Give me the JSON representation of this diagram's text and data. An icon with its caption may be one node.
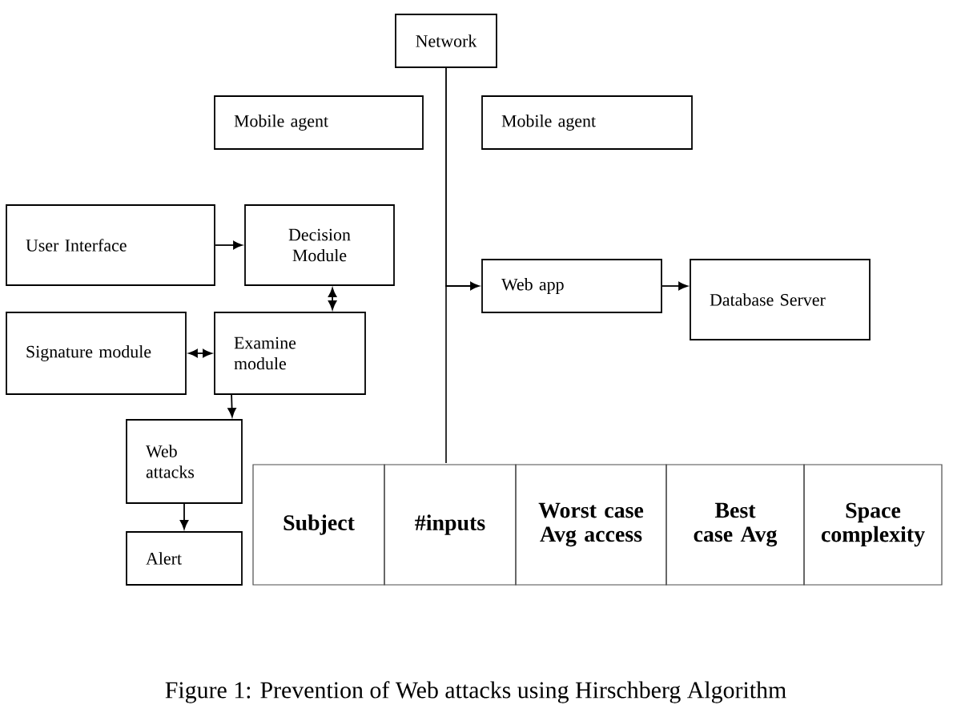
{
  "diagram": {
    "caption": "Figure 1: Prevention of Web attacks using Hirschberg Algorithm",
    "nodes": [
      {
        "text": [
          "Network"
        ]
      },
      {
        "text": [
          "Mobile agent"
        ]
      },
      {
        "text": [
          "Mobile agent"
        ]
      },
      {
        "text": [
          "User Interface"
        ]
      },
      {
        "text": [
          "Decision Module"
        ]
      },
      {
        "text": [
          "Signature module"
        ]
      },
      {
        "text": [
          "Examine module"
        ]
      },
      {
        "text": [
          "Web app"
        ]
      },
      {
        "text": [
          "Database Server"
        ]
      },
      {
        "text": [
          "Web attacks"
        ]
      },
      {
        "text": [
          "Alert"
        ]
      }
    ],
    "edges": [
      {
        "from": 3,
        "to": 4,
        "arrow": "to"
      },
      {
        "from": 4,
        "to": 6,
        "arrow": "both"
      },
      {
        "from": 6,
        "to": 5,
        "arrow": "both"
      },
      {
        "from": 6,
        "to": 9,
        "arrow": "to"
      },
      {
        "from": 9,
        "to": 10,
        "arrow": "to"
      },
      {
        "from": 0,
        "to": 7,
        "arrow": "to"
      },
      {
        "from": 7,
        "to": 8,
        "arrow": "to"
      }
    ],
    "labels": [
      "Subject",
      "#inputs",
      "Worst case Avg access",
      "Best case Avg",
      "Space complexity"
    ]
  }
}
